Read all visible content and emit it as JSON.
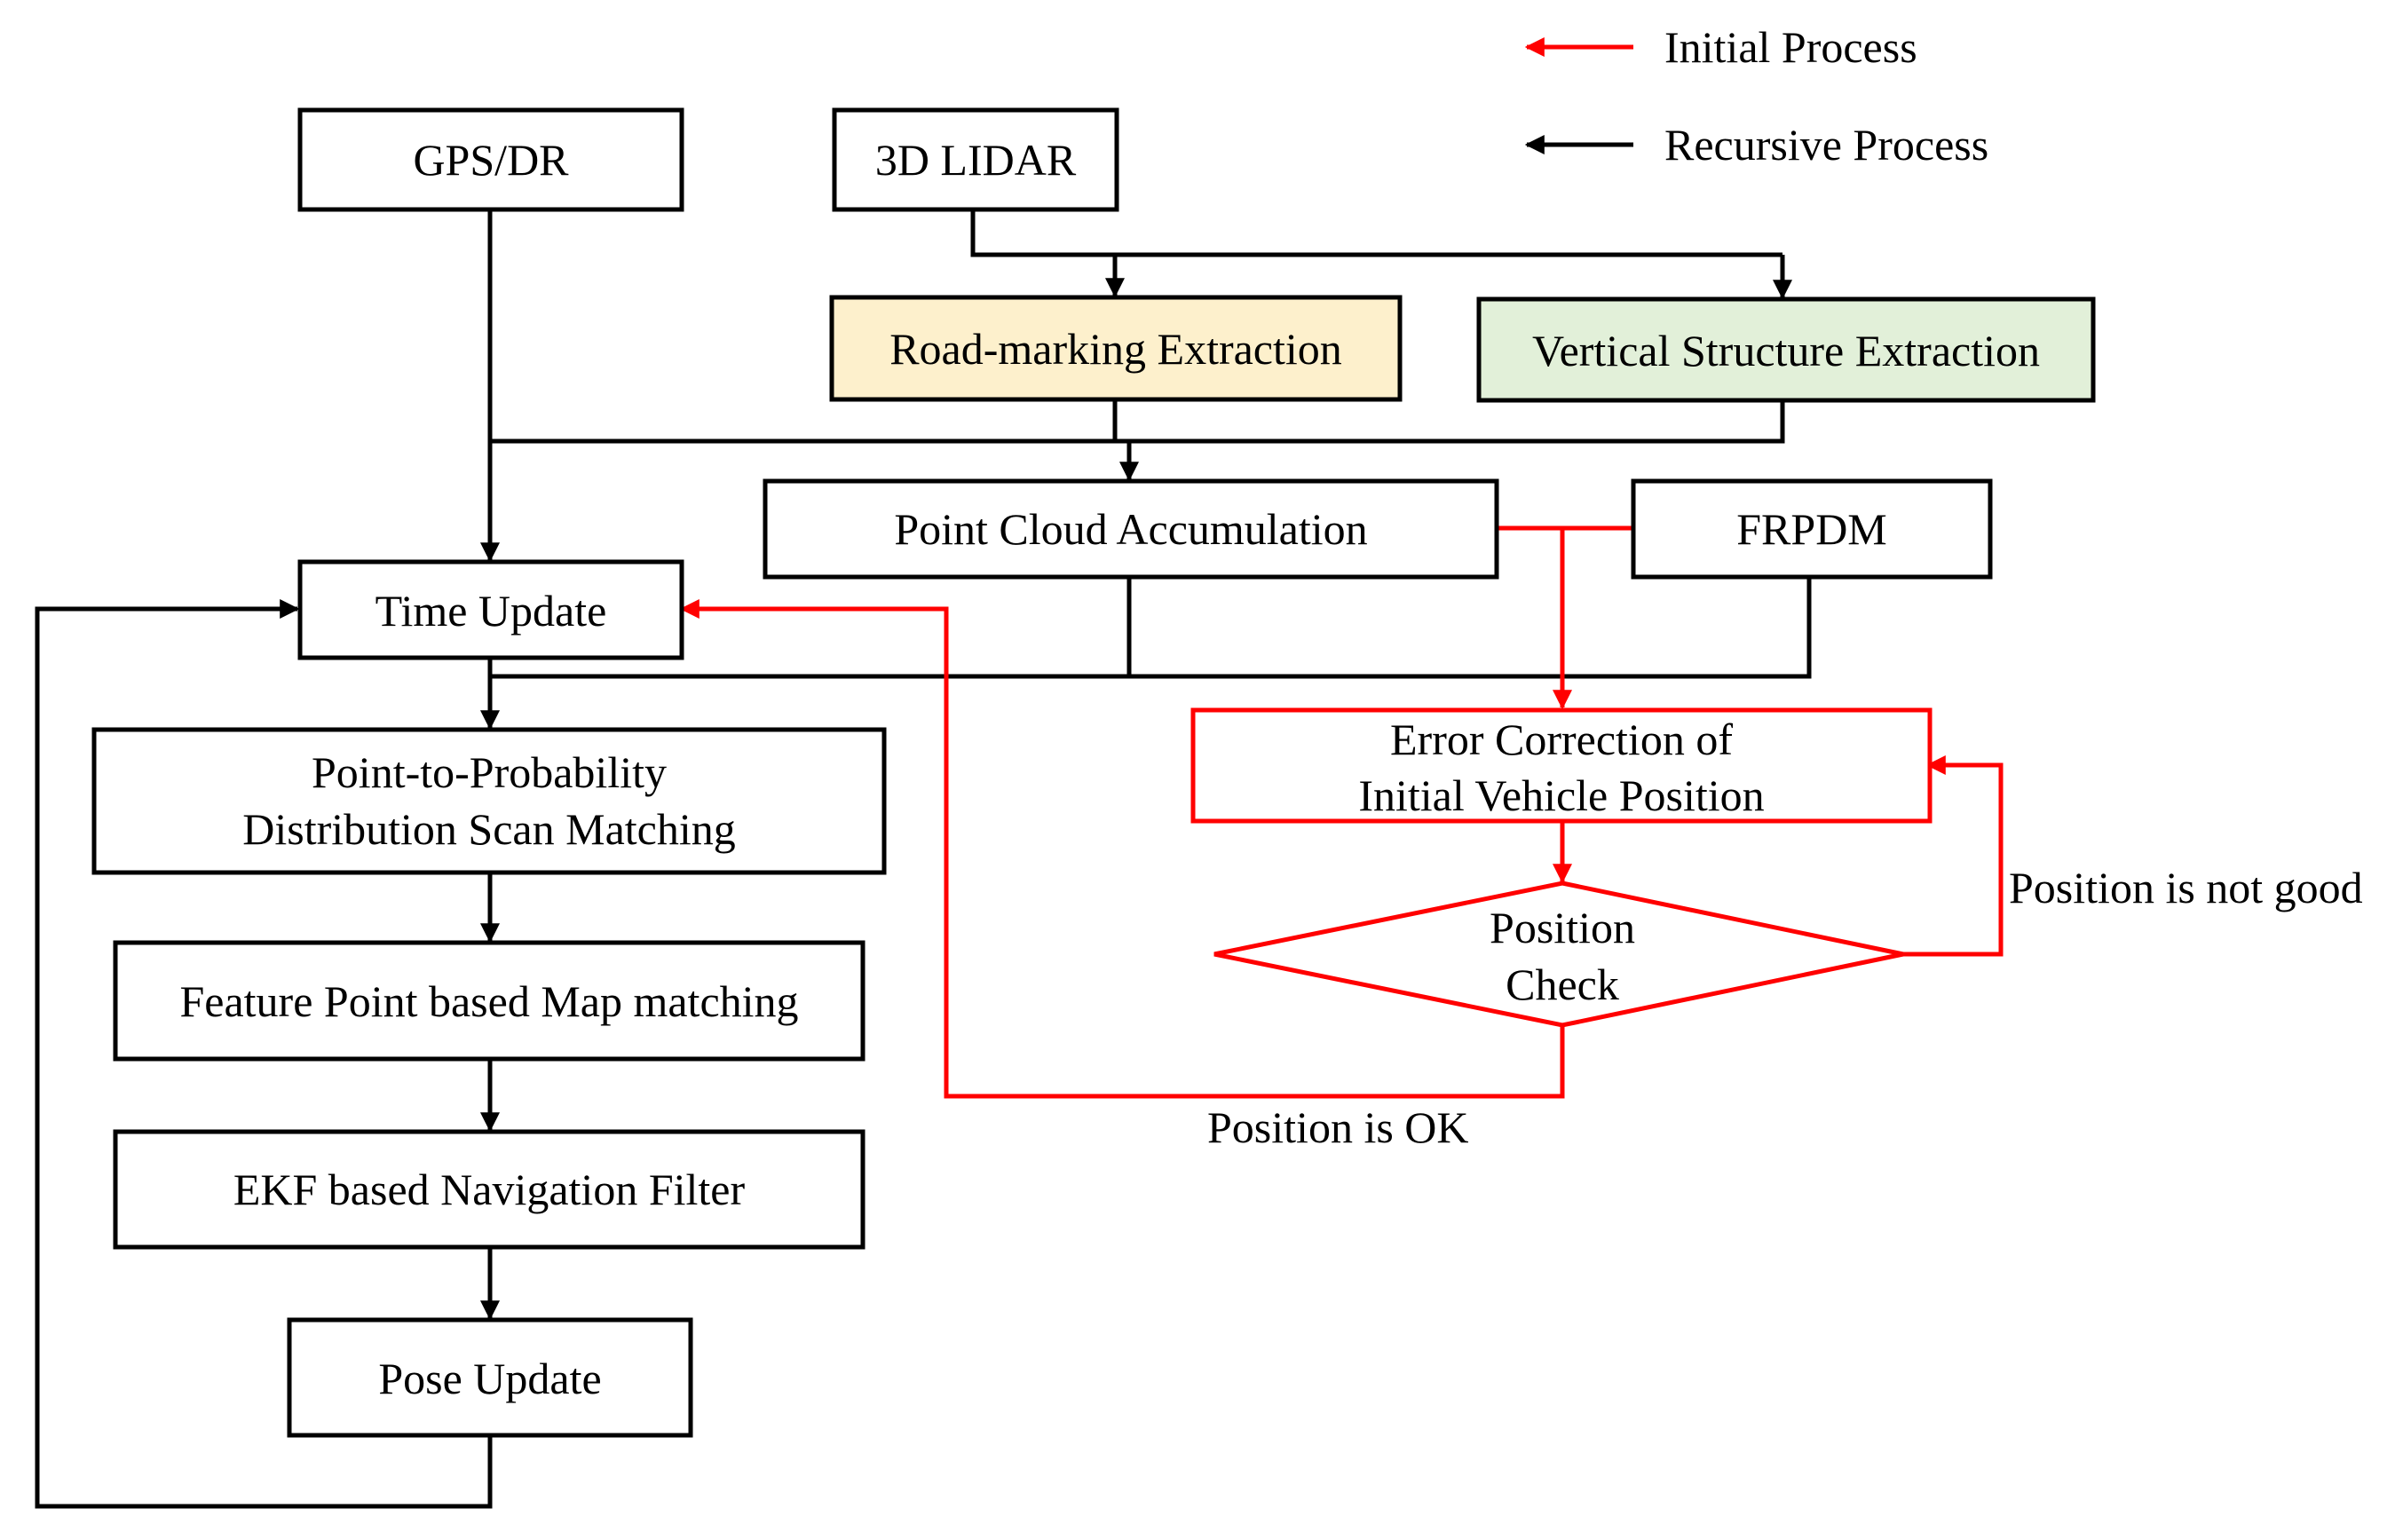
{
  "colors": {
    "initial_process": "#ff0000",
    "recursive_process": "#000000",
    "road_marking_fill": "#fdf0cc",
    "vertical_structure_fill": "#e2f0d9"
  },
  "legend": {
    "initial_process": "Initial Process",
    "recursive_process": "Recursive Process"
  },
  "nodes": {
    "gps_dr": "GPS/DR",
    "lidar": "3D LIDAR",
    "road_marking": "Road-marking Extraction",
    "vertical_structure": "Vertical Structure Extraction",
    "point_cloud": "Point Cloud Accumulation",
    "frpdm": "FRPDM",
    "time_update": "Time Update",
    "error_correction": [
      "Error Correction of",
      "Initial Vehicle Position"
    ],
    "position_check": [
      "Position",
      "Check"
    ],
    "scan_matching": [
      "Point-to-Probability",
      "Distribution Scan Matching"
    ],
    "map_matching": "Feature Point based Map matching",
    "ekf": "EKF based Navigation Filter",
    "pose_update": "Pose Update"
  },
  "edges": {
    "position_not_good": "Position is not good",
    "position_ok": "Position is OK"
  }
}
